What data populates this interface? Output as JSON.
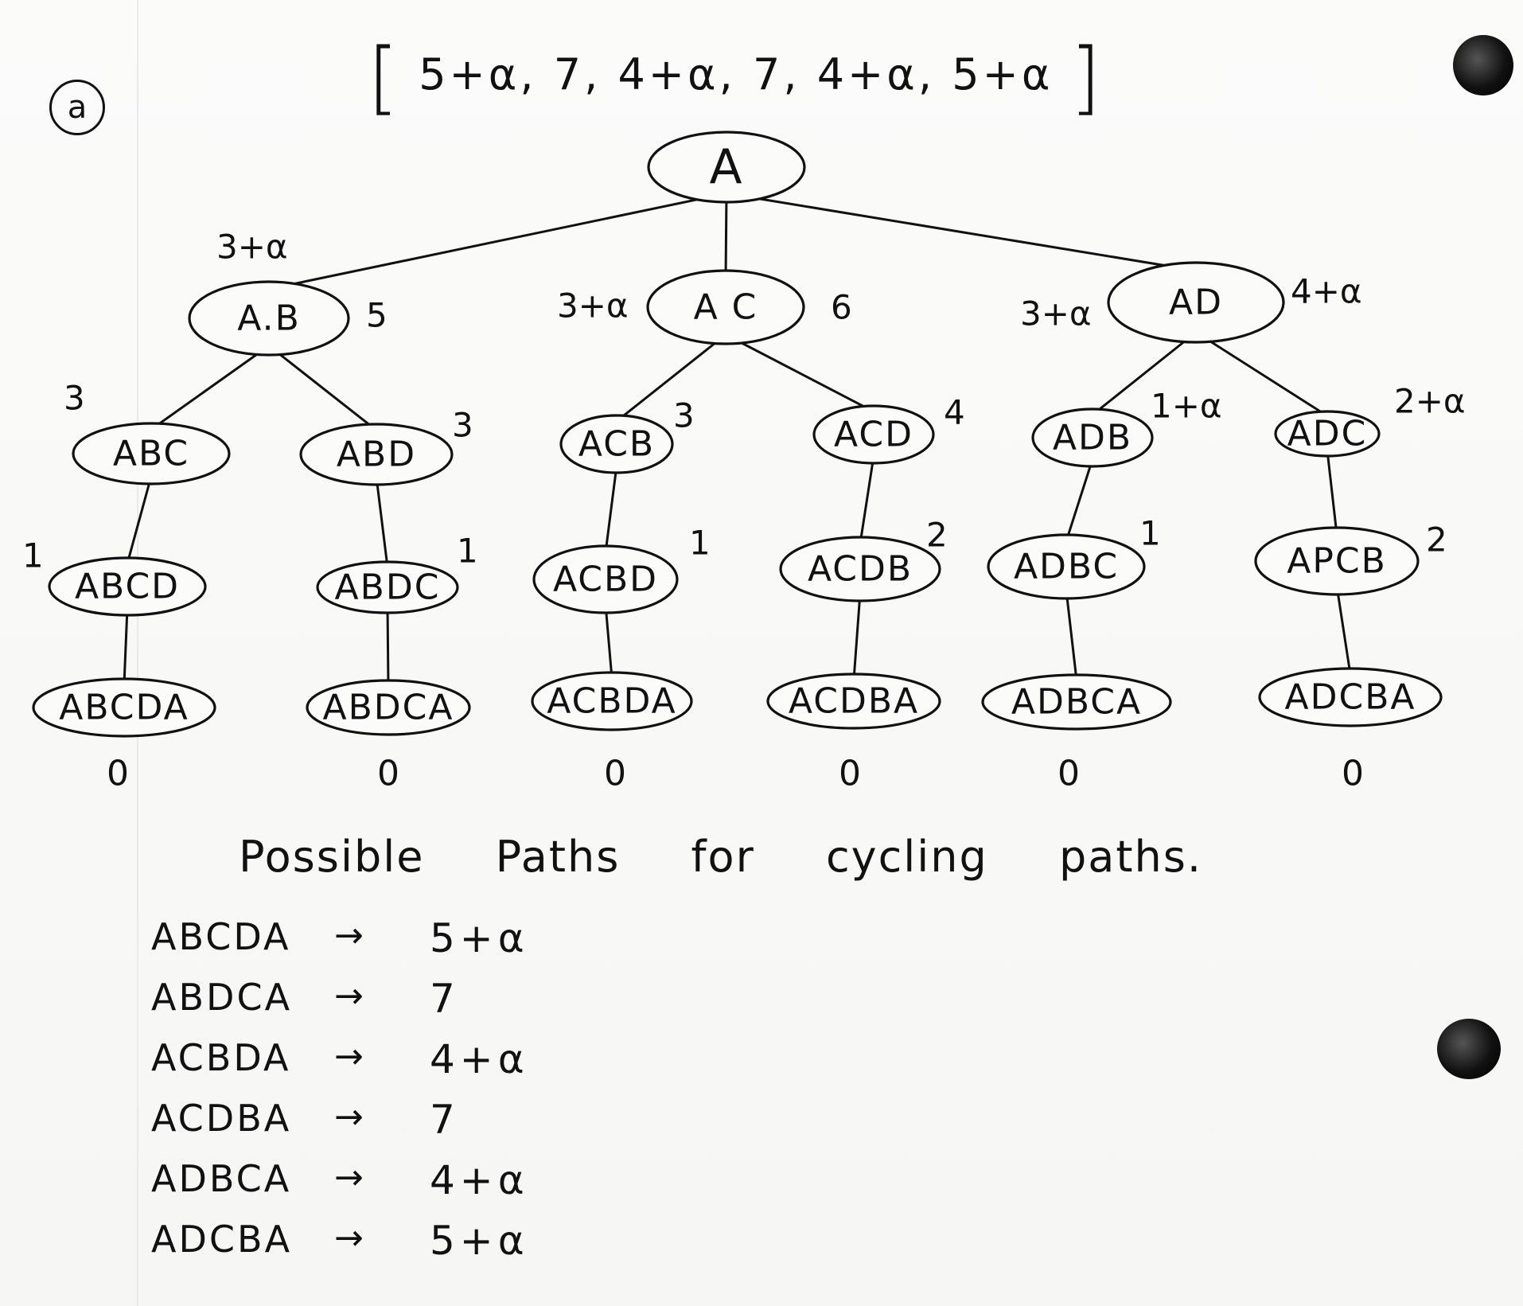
{
  "label": "a",
  "vector": [
    "5+α",
    "7",
    "4+α",
    "7",
    "4+α",
    "5+α"
  ],
  "tree": {
    "root": {
      "id": "A",
      "label": "A"
    },
    "nodes": [
      {
        "id": "AB",
        "label": "A.B"
      },
      {
        "id": "AC",
        "label": "A C"
      },
      {
        "id": "AD",
        "label": "AD"
      },
      {
        "id": "ABC",
        "label": "ABC"
      },
      {
        "id": "ABD",
        "label": "ABD"
      },
      {
        "id": "ACB",
        "label": "ACB"
      },
      {
        "id": "ACD",
        "label": "ACD"
      },
      {
        "id": "ADB",
        "label": "ADB"
      },
      {
        "id": "ADC",
        "label": "ADC"
      },
      {
        "id": "ABCD",
        "label": "ABCD"
      },
      {
        "id": "ABDC",
        "label": "ABDC"
      },
      {
        "id": "ACBD",
        "label": "ACBD"
      },
      {
        "id": "ACDB",
        "label": "ACDB"
      },
      {
        "id": "ADBC",
        "label": "ADBC"
      },
      {
        "id": "ADCB",
        "label": "APCB"
      },
      {
        "id": "ABCDA",
        "label": "ABCDA"
      },
      {
        "id": "ABDCA",
        "label": "ABDCA"
      },
      {
        "id": "ACBDA",
        "label": "ACBDA"
      },
      {
        "id": "ACDBA",
        "label": "ACDBA"
      },
      {
        "id": "ADBCA",
        "label": "ADBCA"
      },
      {
        "id": "ADCBA",
        "label": "ADCBA"
      }
    ],
    "edges": [
      [
        "A",
        "AB"
      ],
      [
        "A",
        "AC"
      ],
      [
        "A",
        "AD"
      ],
      [
        "AB",
        "ABC"
      ],
      [
        "AB",
        "ABD"
      ],
      [
        "AC",
        "ACB"
      ],
      [
        "AC",
        "ACD"
      ],
      [
        "AD",
        "ADB"
      ],
      [
        "AD",
        "ADC"
      ],
      [
        "ABC",
        "ABCD"
      ],
      [
        "ABD",
        "ABDC"
      ],
      [
        "ACB",
        "ACBD"
      ],
      [
        "ACD",
        "ACDB"
      ],
      [
        "ADB",
        "ADBC"
      ],
      [
        "ADC",
        "ADCB"
      ],
      [
        "ABCD",
        "ABCDA"
      ],
      [
        "ABDC",
        "ABDCA"
      ],
      [
        "ACBD",
        "ACBDA"
      ],
      [
        "ACDB",
        "ACDBA"
      ],
      [
        "ADBC",
        "ADBCA"
      ],
      [
        "ADCB",
        "ADCBA"
      ]
    ],
    "annotations": [
      {
        "node": "AB",
        "text": "3+α"
      },
      {
        "node": "AB",
        "text": "5"
      },
      {
        "node": "AC",
        "text": "3+α"
      },
      {
        "node": "AC",
        "text": "6"
      },
      {
        "node": "AD",
        "text": "3+α"
      },
      {
        "node": "AD",
        "text": "4+α"
      },
      {
        "node": "ABC",
        "text": "3"
      },
      {
        "node": "ABD",
        "text": "3"
      },
      {
        "node": "ACB",
        "text": "3"
      },
      {
        "node": "ACD",
        "text": "4"
      },
      {
        "node": "ADB",
        "text": "1+α"
      },
      {
        "node": "ADC",
        "text": "2+α"
      },
      {
        "node": "ABCD",
        "text": "1"
      },
      {
        "node": "ABDC",
        "text": "1"
      },
      {
        "node": "ACBD",
        "text": "1"
      },
      {
        "node": "ACDB",
        "text": "2"
      },
      {
        "node": "ADBC",
        "text": "1"
      },
      {
        "node": "ADCB",
        "text": "2"
      }
    ],
    "leaf_values": [
      "0",
      "0",
      "0",
      "0",
      "0",
      "0"
    ]
  },
  "heading": "Possible Paths for cycling paths.",
  "results": [
    {
      "path": "ABCDA",
      "arrow": "→",
      "cost": "5+α"
    },
    {
      "path": "ABDCA",
      "arrow": "→",
      "cost": "7"
    },
    {
      "path": "ACBDA",
      "arrow": "→",
      "cost": "4+α"
    },
    {
      "path": "ACDBA",
      "arrow": "→",
      "cost": "7"
    },
    {
      "path": "ADBCA",
      "arrow": "→",
      "cost": "4+α"
    },
    {
      "path": "ADCBA",
      "arrow": "→",
      "cost": "5+α"
    }
  ]
}
